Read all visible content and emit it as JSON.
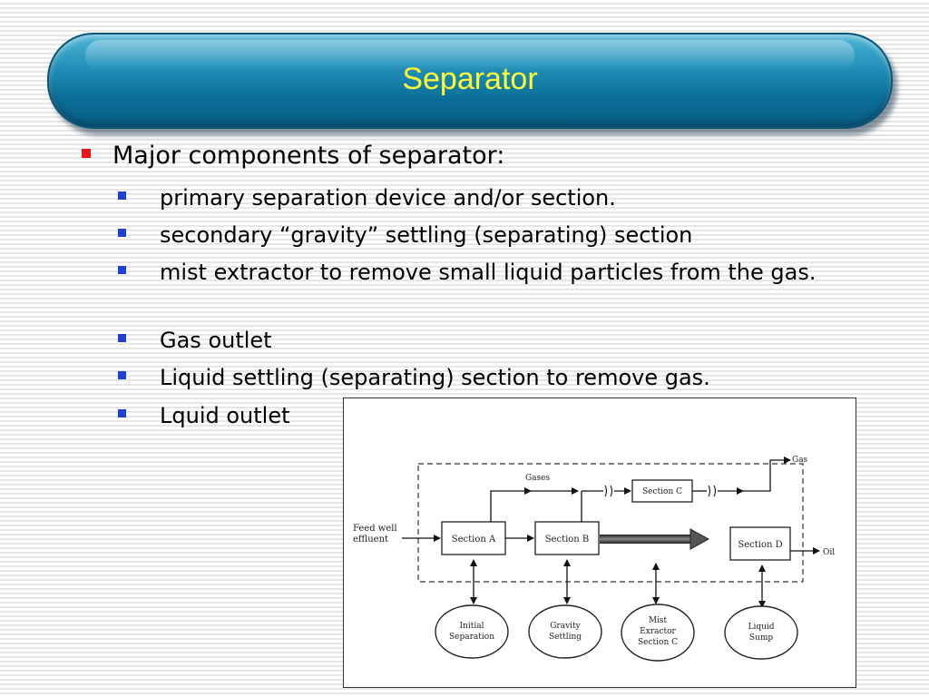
{
  "slide": {
    "title": "Separator",
    "main_bullet": "Major components of separator:",
    "sub_bullets": [
      "primary separation device and/or section.",
      "secondary “gravity” settling (separating) section",
      "mist extractor to remove small liquid particles from the gas.",
      "Gas outlet",
      "Liquid settling (separating) section to remove gas.",
      "Lquid outlet"
    ]
  },
  "diagram": {
    "feed_label_1": "Feed well",
    "feed_label_2": "effluent",
    "gases_label": "Gases",
    "gas_label": "Gas",
    "oil_label": "Oil",
    "section_a": "Section A",
    "section_b": "Section B",
    "section_c": "Section C",
    "section_d": "Section D",
    "circle_1_l1": "Initial",
    "circle_1_l2": "Separation",
    "circle_2_l1": "Gravity",
    "circle_2_l2": "Settling",
    "circle_3_l1": "Mist",
    "circle_3_l2": "Exractor",
    "circle_3_l3": "Section C",
    "circle_4_l1": "Liquid",
    "circle_4_l2": "Sump"
  },
  "colors": {
    "title_text": "#ffff33",
    "main_bullet_marker": "#e8141c",
    "sub_bullet_marker": "#1f3fd8",
    "title_bar": "#1f8db6"
  }
}
